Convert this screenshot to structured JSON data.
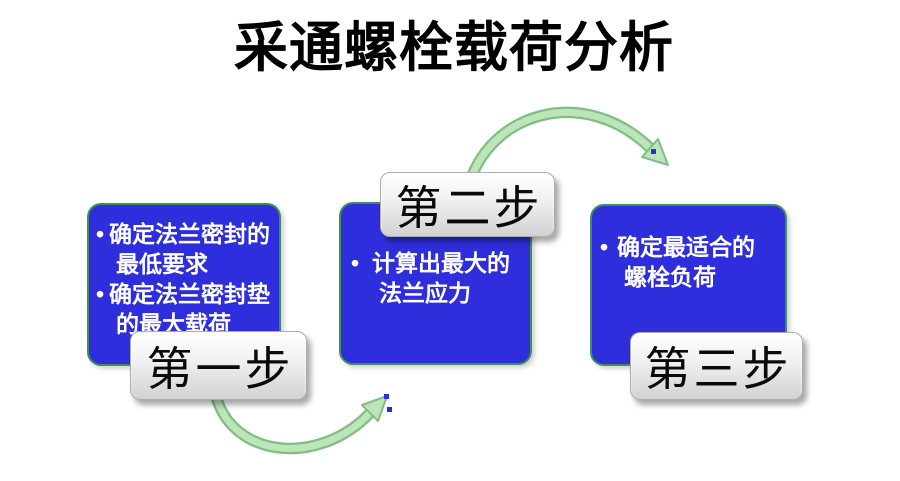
{
  "slide": {
    "title": "采通螺栓载荷分析",
    "steps": [
      {
        "label": "第一步",
        "lines": [
          {
            "bullet": "•",
            "text": "确定法兰密封的"
          },
          {
            "bullet": "",
            "text": "最低要求"
          },
          {
            "bullet": "•",
            "text": "确定法兰密封垫"
          },
          {
            "bullet": "",
            "text": "的最大载荷"
          }
        ]
      },
      {
        "label": "第二步",
        "lines": [
          {
            "bullet": "•",
            "text": "计算出最大的"
          },
          {
            "bullet": "",
            "text": "法兰应力"
          }
        ]
      },
      {
        "label": "第三步",
        "lines": [
          {
            "bullet": "•",
            "text": "确定最适合的"
          },
          {
            "bullet": "",
            "text": "螺栓负荷"
          }
        ]
      }
    ],
    "colors": {
      "box_fill": "#2e2edd",
      "box_border": "#3f8f5a",
      "box_text": "#ffffff",
      "arrow_fill": "#bce5ba",
      "arrow_outline": "#82bd85",
      "label_fill_top": "#ffffff",
      "label_fill_bottom": "#d2d2d2",
      "label_text": "#0a0a0a",
      "title_text": "#000000",
      "handle_dot": "#2b2bf0",
      "background": "#ffffff"
    }
  }
}
